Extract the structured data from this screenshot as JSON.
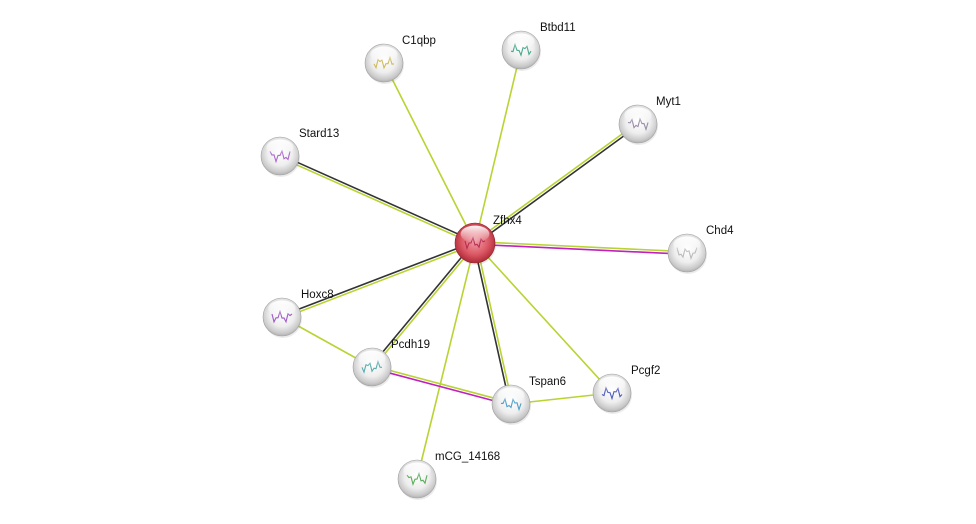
{
  "diagram": {
    "type": "protein-interaction-network",
    "center": "zfhx4",
    "nodes": [
      {
        "id": "zfhx4",
        "label": "Zfhx4",
        "role": "query",
        "fill": "#d9545f",
        "glyph": "#b0204a"
      },
      {
        "id": "c1qbp",
        "label": "C1qbp",
        "role": "partner",
        "fill": "#e6e6e6",
        "glyph": "#c8b040"
      },
      {
        "id": "btbd11",
        "label": "Btbd11",
        "role": "partner",
        "fill": "#e6e6e6",
        "glyph": "#2a9a7a"
      },
      {
        "id": "myt1",
        "label": "Myt1",
        "role": "partner",
        "fill": "#e6e6e6",
        "glyph": "#8a7a9a"
      },
      {
        "id": "stard13",
        "label": "Stard13",
        "role": "partner",
        "fill": "#e6e6e6",
        "glyph": "#a050c8"
      },
      {
        "id": "chd4",
        "label": "Chd4",
        "role": "partner",
        "fill": "#e6e6e6",
        "glyph": "#b0b0b0"
      },
      {
        "id": "hoxc8",
        "label": "Hoxc8",
        "role": "partner",
        "fill": "#e6e6e6",
        "glyph": "#9040c0"
      },
      {
        "id": "pcdh19",
        "label": "Pcdh19",
        "role": "partner",
        "fill": "#e6e6e6",
        "glyph": "#40a0a0"
      },
      {
        "id": "pcgf2",
        "label": "Pcgf2",
        "role": "partner",
        "fill": "#e6e6e6",
        "glyph": "#3040b0"
      },
      {
        "id": "tspan6",
        "label": "Tspan6",
        "role": "partner",
        "fill": "#e6e6e6",
        "glyph": "#3090c0"
      },
      {
        "id": "mcg14168",
        "label": "mCG_14168",
        "role": "partner",
        "fill": "#e6e6e6",
        "glyph": "#40a040"
      }
    ],
    "edge_colors": {
      "yellow-green": "#b8d432",
      "dark": "#333333",
      "magenta": "#c020c0"
    },
    "edges": [
      {
        "source": "zfhx4",
        "target": "c1qbp",
        "evidence": [
          "yellow-green"
        ]
      },
      {
        "source": "zfhx4",
        "target": "btbd11",
        "evidence": [
          "yellow-green"
        ]
      },
      {
        "source": "zfhx4",
        "target": "myt1",
        "evidence": [
          "yellow-green",
          "dark"
        ]
      },
      {
        "source": "zfhx4",
        "target": "stard13",
        "evidence": [
          "yellow-green",
          "dark"
        ]
      },
      {
        "source": "zfhx4",
        "target": "chd4",
        "evidence": [
          "yellow-green",
          "magenta"
        ]
      },
      {
        "source": "zfhx4",
        "target": "hoxc8",
        "evidence": [
          "yellow-green",
          "dark"
        ]
      },
      {
        "source": "zfhx4",
        "target": "pcdh19",
        "evidence": [
          "yellow-green",
          "dark"
        ]
      },
      {
        "source": "zfhx4",
        "target": "tspan6",
        "evidence": [
          "yellow-green",
          "dark"
        ]
      },
      {
        "source": "zfhx4",
        "target": "pcgf2",
        "evidence": [
          "yellow-green"
        ]
      },
      {
        "source": "zfhx4",
        "target": "mcg14168",
        "evidence": [
          "yellow-green"
        ]
      },
      {
        "source": "hoxc8",
        "target": "pcdh19",
        "evidence": [
          "yellow-green"
        ]
      },
      {
        "source": "pcdh19",
        "target": "tspan6",
        "evidence": [
          "yellow-green",
          "magenta"
        ]
      },
      {
        "source": "tspan6",
        "target": "pcgf2",
        "evidence": [
          "yellow-green"
        ]
      }
    ]
  }
}
